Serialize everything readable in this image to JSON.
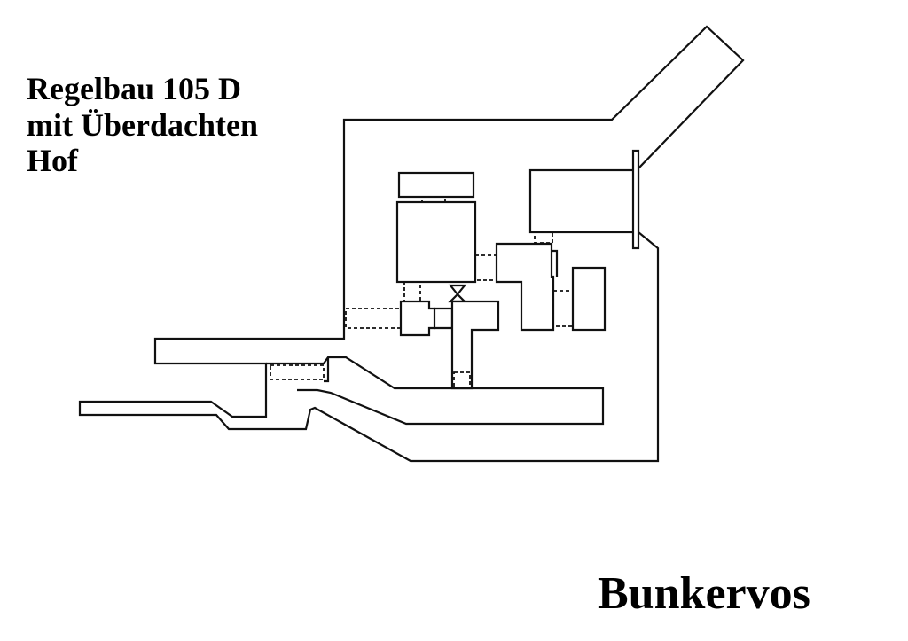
{
  "title": {
    "lines": [
      "Regelbau 105 D",
      "mit Überdachten",
      "Hof"
    ]
  },
  "credit": "Bunkervos"
}
